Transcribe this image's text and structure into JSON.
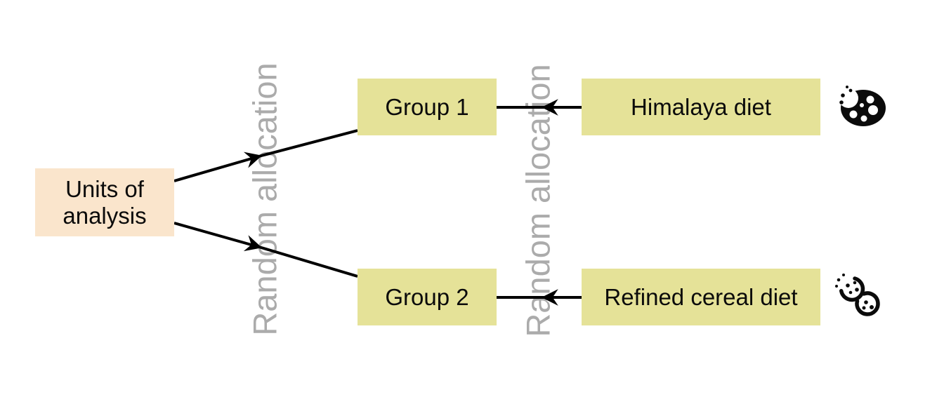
{
  "diagram": {
    "nodes": {
      "units": {
        "label": "Units of analysis",
        "fill": "#FAE5CC"
      },
      "group1": {
        "label": "Group 1",
        "fill": "#E5E298"
      },
      "group2": {
        "label": "Group 2",
        "fill": "#E5E298"
      },
      "himalaya": {
        "label": "Himalaya diet",
        "fill": "#E5E298"
      },
      "refined": {
        "label": "Refined cereal diet",
        "fill": "#E5E298"
      }
    },
    "annotations": {
      "left": {
        "label": "Random allocation",
        "color": "#ABABAB"
      },
      "right": {
        "label": "Random allocation",
        "color": "#ABABAB"
      }
    },
    "icons": {
      "himalaya": "bitten-cookie-icon",
      "refined": "cookie-pair-icon"
    },
    "colors": {
      "background": "#FFFFFF",
      "connector": "#000000",
      "units_fill": "#FAE5CC",
      "group_fill": "#E5E298",
      "annotation_gray": "#ABABAB"
    }
  }
}
